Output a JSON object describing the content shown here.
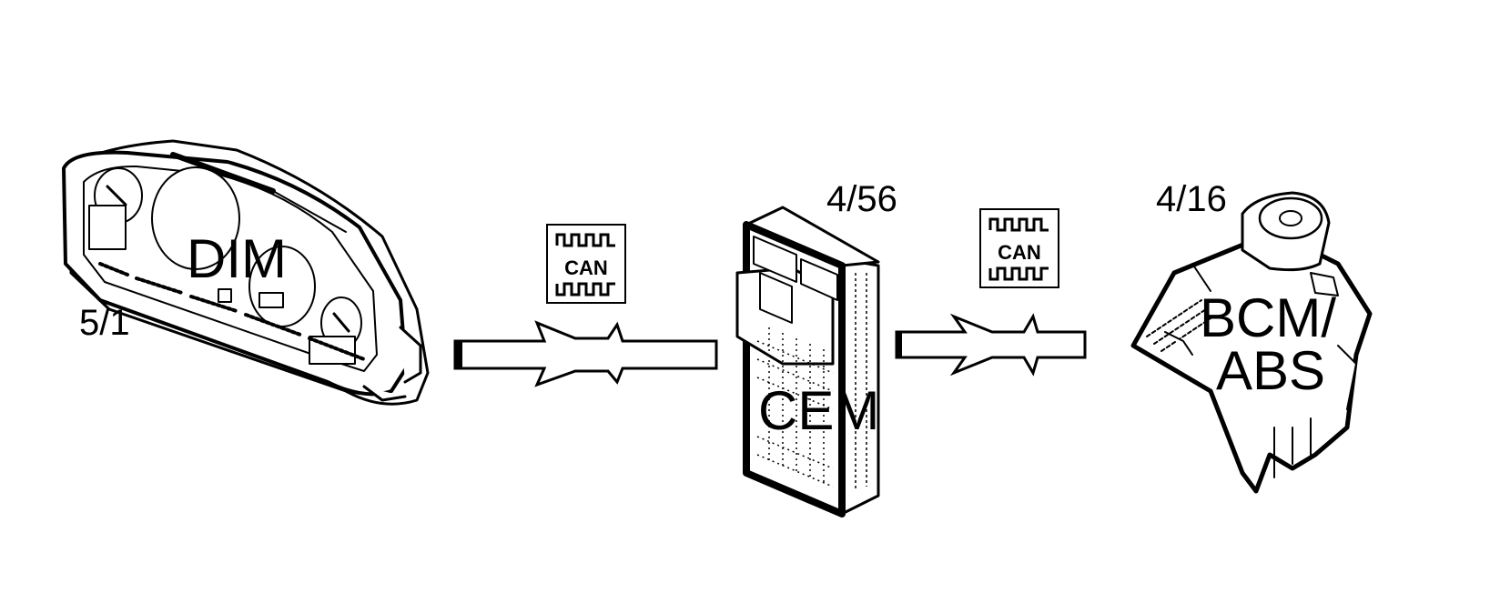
{
  "modules": {
    "dim": {
      "name": "DIM",
      "ref": "5/1"
    },
    "cem": {
      "name": "CEM",
      "ref": "4/56"
    },
    "bcm": {
      "name_line1": "BCM/",
      "name_line2": "ABS",
      "ref": "4/16"
    }
  },
  "can_bus": {
    "icon_text": "CAN",
    "links": [
      {
        "from": "DIM",
        "to": "CEM"
      },
      {
        "from": "CEM",
        "to": "BCM/ABS"
      }
    ]
  }
}
